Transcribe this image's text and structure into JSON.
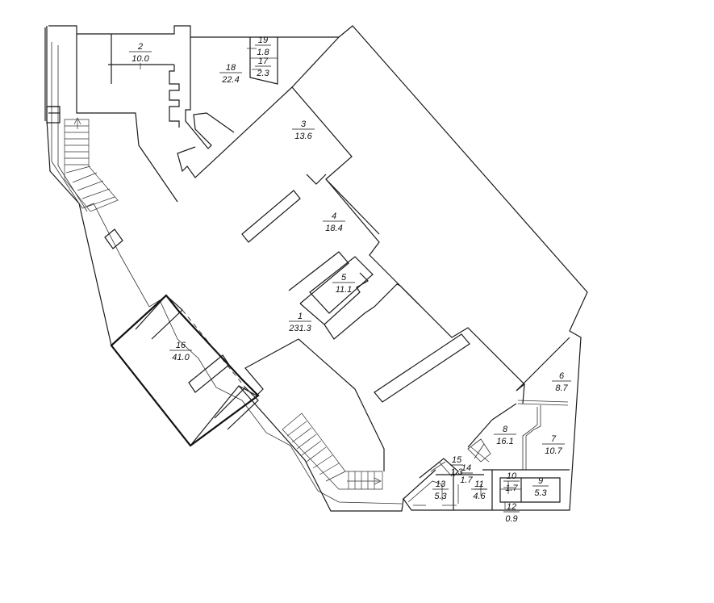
{
  "rooms": [
    {
      "number": "1",
      "area": "231.3"
    },
    {
      "number": "2",
      "area": "10.0"
    },
    {
      "number": "3",
      "area": "13.6"
    },
    {
      "number": "4",
      "area": "18.4"
    },
    {
      "number": "5",
      "area": "11.1"
    },
    {
      "number": "6",
      "area": "8.7"
    },
    {
      "number": "7",
      "area": "10.7"
    },
    {
      "number": "8",
      "area": "16.1"
    },
    {
      "number": "9",
      "area": "5.3"
    },
    {
      "number": "10",
      "area": "1.7"
    },
    {
      "number": "11",
      "area": "4.6"
    },
    {
      "number": "12",
      "area": "0.9"
    },
    {
      "number": "13",
      "area": "5.3"
    },
    {
      "number": "14",
      "area": "1.7"
    },
    {
      "number": "15",
      "area": "1.3"
    },
    {
      "number": "16",
      "area": "41.0"
    },
    {
      "number": "17",
      "area": "2.3"
    },
    {
      "number": "18",
      "area": "22.4"
    },
    {
      "number": "19",
      "area": "1.8"
    }
  ],
  "colors": {
    "line": "#1a1a1a",
    "background": "#ffffff"
  }
}
